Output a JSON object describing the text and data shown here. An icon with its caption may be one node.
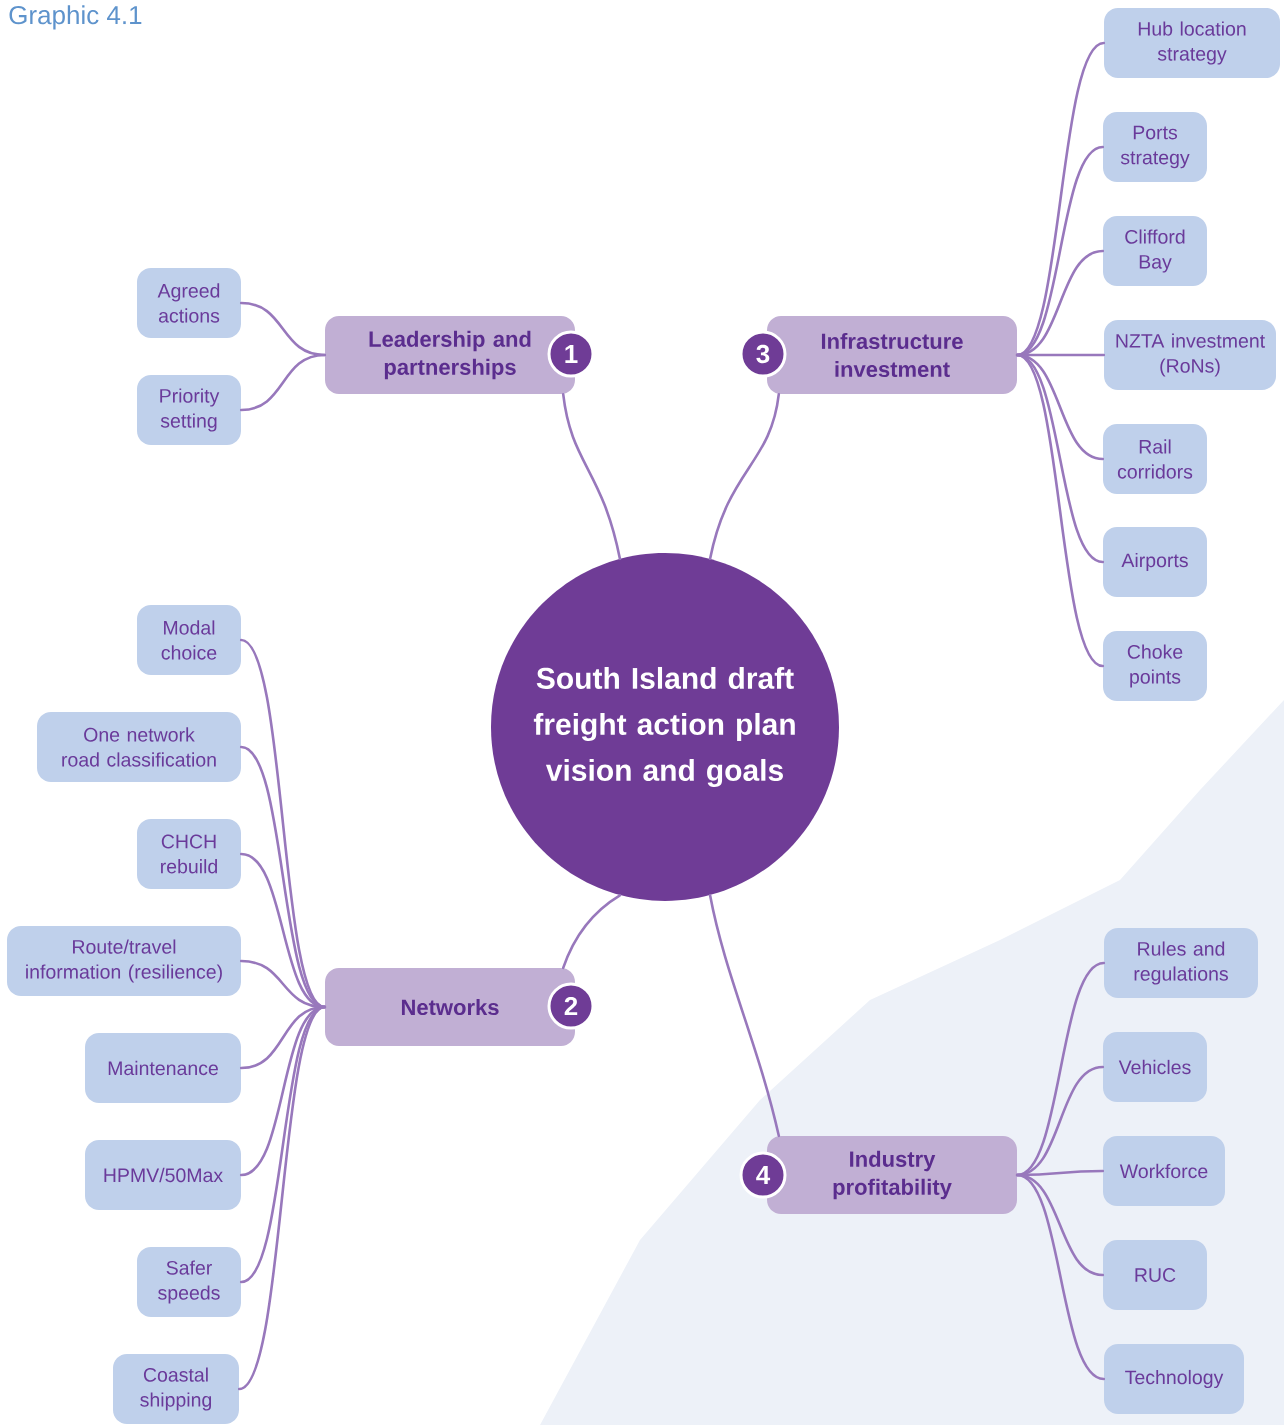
{
  "diagram": {
    "title": "Graphic 4.1",
    "nodes": [
      {
        "text": [
          "South Island draft freight action plan vision and goals"
        ]
      },
      {
        "text": [
          "Leadership and partnerships"
        ]
      },
      {
        "text": [
          "1"
        ]
      },
      {
        "text": [
          "Agreed actions"
        ]
      },
      {
        "text": [
          "Priority setting"
        ]
      },
      {
        "text": [
          "Infrastructure investment"
        ]
      },
      {
        "text": [
          "3"
        ]
      },
      {
        "text": [
          "Hub location strategy"
        ]
      },
      {
        "text": [
          "Ports strategy"
        ]
      },
      {
        "text": [
          "Clifford Bay"
        ]
      },
      {
        "text": [
          "NZTA investment (RoNs)"
        ]
      },
      {
        "text": [
          "Rail corridors"
        ]
      },
      {
        "text": [
          "Airports"
        ]
      },
      {
        "text": [
          "Choke points"
        ]
      },
      {
        "text": [
          "Networks"
        ]
      },
      {
        "text": [
          "2"
        ]
      },
      {
        "text": [
          "Modal choice"
        ]
      },
      {
        "text": [
          "One network road classification"
        ]
      },
      {
        "text": [
          "CHCH rebuild"
        ]
      },
      {
        "text": [
          "Route/travel information (resilience)"
        ]
      },
      {
        "text": [
          "Maintenance"
        ]
      },
      {
        "text": [
          "HPMV/50Max"
        ]
      },
      {
        "text": [
          "Safer speeds"
        ]
      },
      {
        "text": [
          "Coastal shipping"
        ]
      },
      {
        "text": [
          "Industry profitability"
        ]
      },
      {
        "text": [
          "4"
        ]
      },
      {
        "text": [
          "Rules and regulations"
        ]
      },
      {
        "text": [
          "Vehicles"
        ]
      },
      {
        "text": [
          "Workforce"
        ]
      },
      {
        "text": [
          "RUC"
        ]
      },
      {
        "text": [
          "Technology"
        ]
      }
    ],
    "edges": [
      {
        "from": 0,
        "to": 1,
        "arrow": "none"
      },
      {
        "from": 0,
        "to": 5,
        "arrow": "none"
      },
      {
        "from": 0,
        "to": 14,
        "arrow": "none"
      },
      {
        "from": 0,
        "to": 24,
        "arrow": "none"
      },
      {
        "from": 1,
        "to": 3,
        "arrow": "none"
      },
      {
        "from": 1,
        "to": 4,
        "arrow": "none"
      },
      {
        "from": 5,
        "to": 7,
        "arrow": "none"
      },
      {
        "from": 5,
        "to": 8,
        "arrow": "none"
      },
      {
        "from": 5,
        "to": 9,
        "arrow": "none"
      },
      {
        "from": 5,
        "to": 10,
        "arrow": "none"
      },
      {
        "from": 5,
        "to": 11,
        "arrow": "none"
      },
      {
        "from": 5,
        "to": 12,
        "arrow": "none"
      },
      {
        "from": 5,
        "to": 13,
        "arrow": "none"
      },
      {
        "from": 14,
        "to": 16,
        "arrow": "none"
      },
      {
        "from": 14,
        "to": 17,
        "arrow": "none"
      },
      {
        "from": 14,
        "to": 18,
        "arrow": "none"
      },
      {
        "from": 14,
        "to": 19,
        "arrow": "none"
      },
      {
        "from": 14,
        "to": 20,
        "arrow": "none"
      },
      {
        "from": 14,
        "to": 21,
        "arrow": "none"
      },
      {
        "from": 14,
        "to": 22,
        "arrow": "none"
      },
      {
        "from": 14,
        "to": 23,
        "arrow": "none"
      },
      {
        "from": 24,
        "to": 26,
        "arrow": "none"
      },
      {
        "from": 24,
        "to": 27,
        "arrow": "none"
      },
      {
        "from": 24,
        "to": 28,
        "arrow": "none"
      },
      {
        "from": 24,
        "to": 29,
        "arrow": "none"
      },
      {
        "from": 24,
        "to": 30,
        "arrow": "none"
      }
    ]
  }
}
